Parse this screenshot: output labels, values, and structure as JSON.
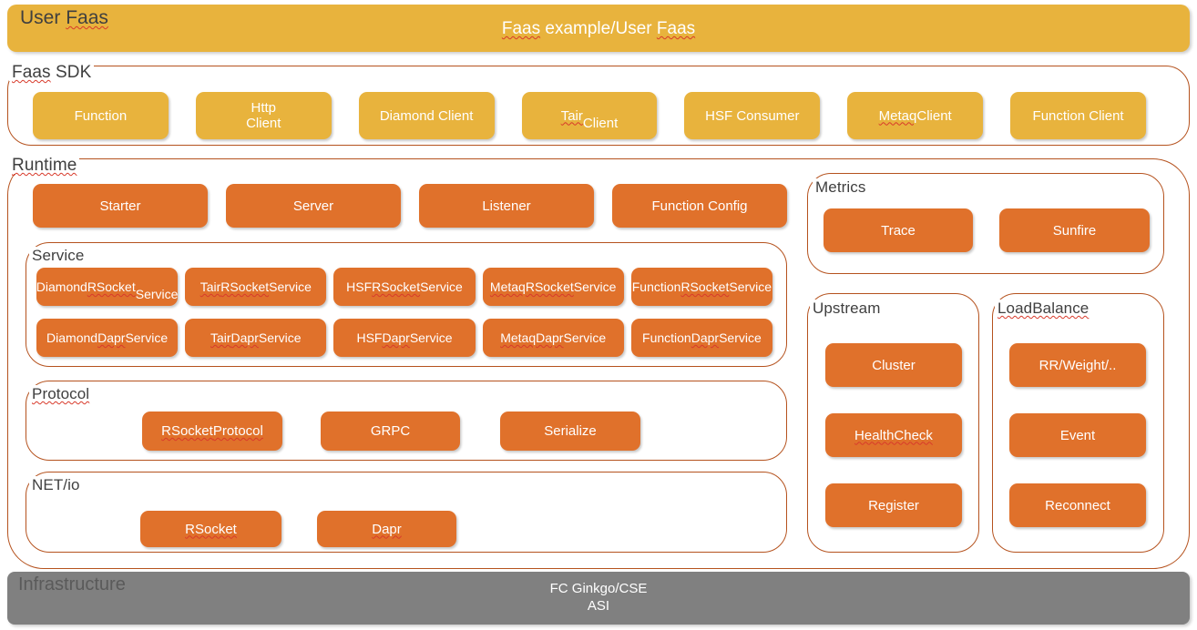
{
  "diagram": {
    "title": "Faas example/User Faas",
    "colors": {
      "amber": "#e8b33d",
      "orange": "#e0712b",
      "border": "#b5521e",
      "infrastructure_gray": "#808080",
      "title_text": "#3f3f3f"
    }
  },
  "user_faas": {
    "label": "User Faas",
    "center_label": "Faas example/User Faas"
  },
  "faas_sdk": {
    "label": "Faas SDK",
    "items": [
      {
        "label": "Function"
      },
      {
        "label": "Http\nClient"
      },
      {
        "label": "Diamond Client"
      },
      {
        "label": "Tair\nClient"
      },
      {
        "label": "HSF Consumer"
      },
      {
        "label": "Metaq Client"
      },
      {
        "label": "Function Client"
      }
    ]
  },
  "runtime": {
    "label": "Runtime",
    "top_row": [
      {
        "label": "Starter"
      },
      {
        "label": "Server"
      },
      {
        "label": "Listener"
      },
      {
        "label": "Function Config"
      }
    ],
    "service": {
      "label": "Service",
      "rsocket_row": [
        {
          "label": "Diamond RSocket\nService"
        },
        {
          "label": "Tair\nRSocket Service"
        },
        {
          "label": "HSF\nRSocket Service"
        },
        {
          "label": "Metaq\nRSocket Service"
        },
        {
          "label": "Function\nRSocket Service"
        }
      ],
      "dapr_row": [
        {
          "label": "Diamond\nDapr Service"
        },
        {
          "label": "Tair\nDapr Service"
        },
        {
          "label": "HSF\nDapr Service"
        },
        {
          "label": "Metaq\nDapr Service"
        },
        {
          "label": "Function\nDapr Service"
        }
      ]
    },
    "protocol": {
      "label": "Protocol",
      "items": [
        {
          "label": "RSocket\nProtocol"
        },
        {
          "label": "GRPC"
        },
        {
          "label": "Serialize"
        }
      ]
    },
    "netio": {
      "label": "NET/io",
      "items": [
        {
          "label": "RSocket"
        },
        {
          "label": "Dapr"
        }
      ]
    },
    "metrics": {
      "label": "Metrics",
      "items": [
        {
          "label": "Trace"
        },
        {
          "label": "Sunfire"
        }
      ]
    },
    "upstream": {
      "label": "Upstream",
      "items": [
        {
          "label": "Cluster"
        },
        {
          "label": "HealthCheck"
        },
        {
          "label": "Register"
        }
      ]
    },
    "loadbalance": {
      "label": "LoadBalance",
      "items": [
        {
          "label": "RR/Weight/.."
        },
        {
          "label": "Event"
        },
        {
          "label": "Reconnect"
        }
      ]
    }
  },
  "infrastructure": {
    "label": "Infrastructure",
    "center_label": "FC Ginkgo/CSE\nASI"
  }
}
